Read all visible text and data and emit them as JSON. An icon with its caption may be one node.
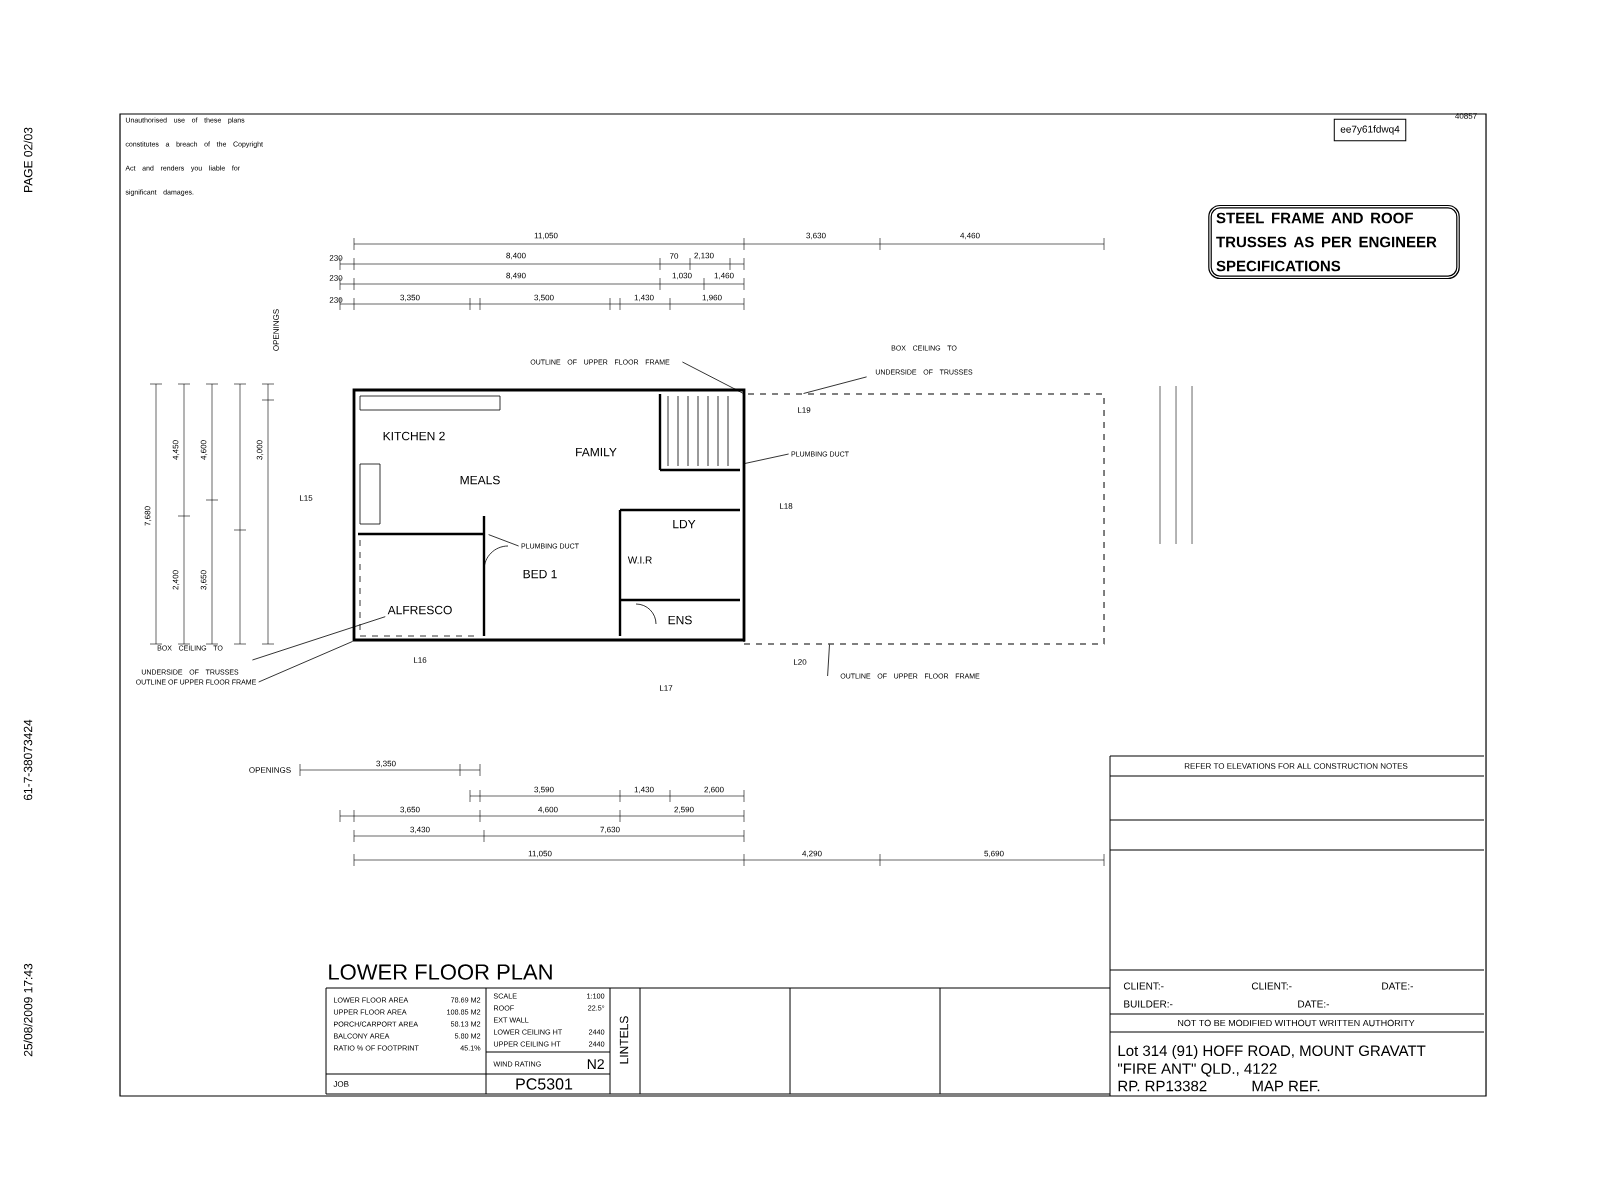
{
  "diagram": {
    "nodes": [
      {
        "text": [],
        "shape": "box"
      },
      {
        "text": [],
        "shape": "box"
      },
      {
        "text": [
          "KITCHEN 2"
        ],
        "in": 0
      },
      {
        "text": [
          "FAMILY"
        ],
        "in": 0
      },
      {
        "text": [
          "MEALS"
        ],
        "in": 0
      },
      {
        "text": [
          "BED 1"
        ],
        "in": 0
      },
      {
        "text": [
          "ALFRESCO"
        ],
        "in": 0
      },
      {
        "text": [
          "LDY"
        ],
        "in": 0
      },
      {
        "text": [
          "W.I.R"
        ],
        "in": 0
      },
      {
        "text": [
          "ENS"
        ],
        "in": 0
      },
      {
        "text": [
          "ee7y61fdwq4"
        ]
      },
      {
        "text": [
          "STEEL FRAME AND ROOF TRUSSES AS PER ENGINEER SPECIFICATIONS"
        ]
      },
      {
        "text": [
          "OUTLINE OF UPPER FLOOR FRAME"
        ]
      },
      {
        "text": [
          "BOX CEILING TO UNDERSIDE OF TRUSSES"
        ]
      },
      {
        "text": [
          "PLUMBING DUCT"
        ],
        "in": 1
      },
      {
        "text": [
          "PLUMBING DUCT"
        ],
        "in": 0
      },
      {
        "text": [
          "BOX CEILING TO UNDERSIDE OF TRUSSES"
        ]
      },
      {
        "text": [
          "OUTLINE OF UPPER FLOOR FRAME"
        ]
      },
      {
        "text": [
          "OUTLINE OF UPPER FLOOR FRAME"
        ]
      }
    ],
    "edges": [
      {
        "from": 12,
        "to": 1,
        "arrow": "none"
      },
      {
        "from": 13,
        "to": 1,
        "arrow": "none"
      },
      {
        "from": 14,
        "to": 1,
        "arrow": "none"
      },
      {
        "from": 15,
        "to": 0,
        "arrow": "none"
      },
      {
        "from": 16,
        "to": 6,
        "arrow": "none"
      },
      {
        "from": 17,
        "to": 0,
        "arrow": "none"
      },
      {
        "from": 18,
        "to": 1,
        "arrow": "none"
      }
    ],
    "labels": [
      "Unauthorised use of these plans constitutes a breach of the Copyright Act and renders you liable for significant damages.",
      "40857",
      "PAGE 02/03",
      "61-7-38073424",
      "25/08/2009 17:43",
      "11,050",
      "3,630",
      "4,460",
      "230",
      "8,400",
      "70",
      "2,130",
      "230",
      "8,490",
      "1,030",
      "1,460",
      "230",
      "3,350",
      "3,500",
      "1,430",
      "1,960",
      "OPENINGS",
      "7,680",
      "4,450",
      "4,600",
      "3,650",
      "3,000",
      "2,400",
      "OPENINGS",
      "3,350",
      "3,590",
      "1,430",
      "2,600",
      "3,650",
      "4,600",
      "2,590",
      "3,430",
      "7,630",
      "11,050",
      "4,290",
      "5,690",
      "L15",
      "L16",
      "L17",
      "L18",
      "L19",
      "L20",
      "REFER TO ELEVATIONS FOR ALL CONSTRUCTION NOTES",
      "LOWER FLOOR PLAN",
      "LOWER FLOOR AREA",
      "78.69 M2",
      "UPPER FLOOR AREA",
      "108.85 M2",
      "PORCH/CARPORT AREA",
      "58.13 M2",
      "BALCONY AREA",
      "5.80 M2",
      "RATIO % OF FOOTPRINT",
      "45.1%",
      "SCALE",
      "1:100",
      "ROOF",
      "22.5°",
      "EXT WALL",
      "LOWER CEILING HT",
      "2440",
      "UPPER CEILING HT",
      "2440",
      "WIND RATING",
      "N2",
      "JOB",
      "PC5301",
      "LINTELS",
      "CLIENT:-",
      "CLIENT:-",
      "DATE:-",
      "BUILDER:-",
      "DATE:-",
      "NOT TO BE MODIFIED WITHOUT WRITTEN AUTHORITY",
      "Lot 314 (91) HOFF ROAD, MOUNT GRAVATT",
      "\"FIRE ANT\" QLD., 4122",
      "RP. RP13382",
      "MAP REF."
    ]
  }
}
